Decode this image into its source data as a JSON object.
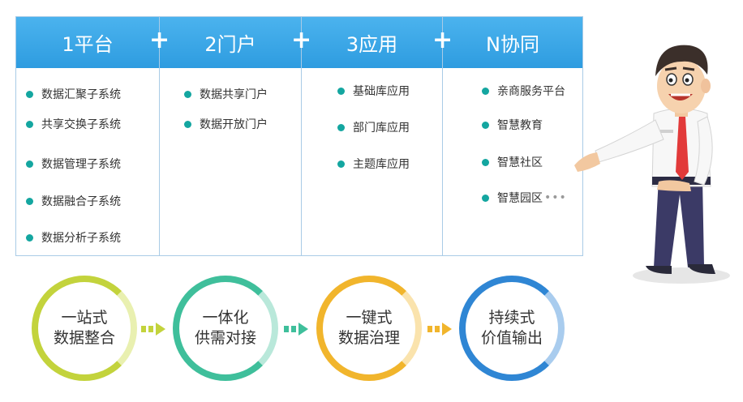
{
  "columns": [
    {
      "title": "1平台",
      "items": [
        "数据汇聚子系统",
        "共享交换子系统",
        "数据管理子系统",
        "数据融合子系统",
        "数据分析子系统"
      ]
    },
    {
      "title": "2门户",
      "items": [
        "数据共享门户",
        "数据开放门户"
      ]
    },
    {
      "title": "3应用",
      "items": [
        "基础库应用",
        "部门库应用",
        "主题库应用"
      ]
    },
    {
      "title": "N协同",
      "items": [
        "亲商服务平台",
        "智慧教育",
        "智慧社区",
        "智慧园区"
      ]
    }
  ],
  "ellipsis": "•••",
  "plus_symbol": "+",
  "steps": [
    {
      "line1": "一站式",
      "line2": "数据整合",
      "color": "#c3d33c"
    },
    {
      "line1": "一体化",
      "line2": "供需对接",
      "color": "#3fbf9b"
    },
    {
      "line1": "一键式",
      "line2": "数据治理",
      "color": "#f1b52c"
    },
    {
      "line1": "持续式",
      "line2": "价值输出",
      "color": "#2f86d4"
    }
  ],
  "colors": {
    "header": "#3aa6e6",
    "bullet": "#14a6a0",
    "border": "#a9cbe6"
  }
}
